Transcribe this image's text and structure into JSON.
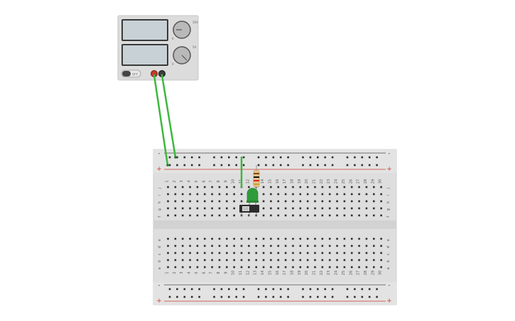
{
  "power_supply": {
    "switch_label": "OFF",
    "brand_lines": [
      "",
      ""
    ],
    "knob_labels": {
      "voltage_max": "30V",
      "voltage_min": "0",
      "current_max": "5A",
      "current_min": "0"
    },
    "display_voltage": "",
    "display_current": ""
  },
  "breadboard": {
    "columns": [
      "1",
      "2",
      "3",
      "4",
      "5",
      "6",
      "7",
      "8",
      "9",
      "10",
      "11",
      "12",
      "13",
      "14",
      "15",
      "16",
      "17",
      "18",
      "19",
      "20",
      "21",
      "22",
      "23",
      "24",
      "25",
      "26",
      "27",
      "28",
      "29",
      "30"
    ],
    "top_rows": [
      "j",
      "i",
      "h",
      "g",
      "f"
    ],
    "bottom_rows": [
      "e",
      "d",
      "c",
      "b",
      "a"
    ],
    "rail_minus": "-",
    "rail_plus": "+"
  },
  "components": {
    "led_color": "#2e9b3a",
    "wire_color": "#3db83d",
    "rail_red": "#d23a2a",
    "rail_blue": "#4a4a4a",
    "resistor_bands": [
      "#8b4513",
      "#111111",
      "#e2231a",
      "#c9a227"
    ]
  }
}
